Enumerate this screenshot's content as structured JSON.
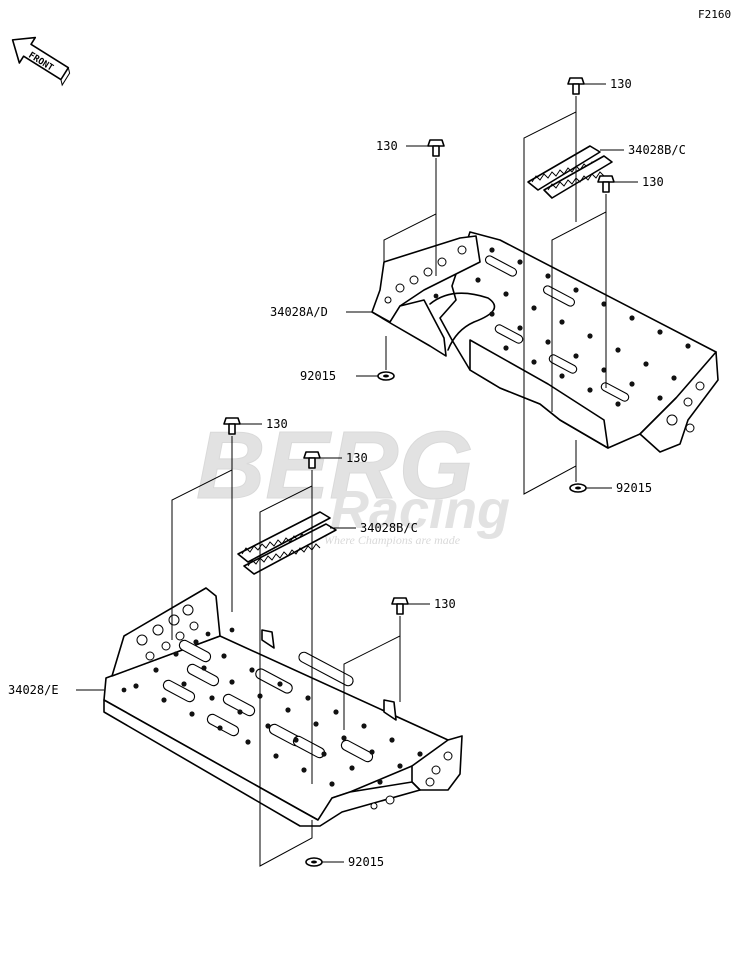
{
  "diagram": {
    "code": "F2160",
    "direction_label": "FRONT",
    "watermark": {
      "brand": "BERG",
      "sub": "Racing",
      "tagline": "Where Champions are made"
    },
    "callouts": [
      {
        "id": "top-bolt-1",
        "text": "130"
      },
      {
        "id": "top-bolt-left",
        "text": "130"
      },
      {
        "id": "top-plate",
        "text": "34028B/C"
      },
      {
        "id": "top-bolt-2",
        "text": "130"
      },
      {
        "id": "top-step",
        "text": "34028A/D"
      },
      {
        "id": "top-nut-left",
        "text": "92015"
      },
      {
        "id": "top-nut-right",
        "text": "92015"
      },
      {
        "id": "bottom-bolt-left",
        "text": "130"
      },
      {
        "id": "bottom-bolt-mid",
        "text": "130"
      },
      {
        "id": "bottom-plate",
        "text": "34028B/C"
      },
      {
        "id": "bottom-bolt-right",
        "text": "130"
      },
      {
        "id": "bottom-step",
        "text": "34028/E"
      },
      {
        "id": "bottom-nut",
        "text": "92015"
      }
    ]
  }
}
